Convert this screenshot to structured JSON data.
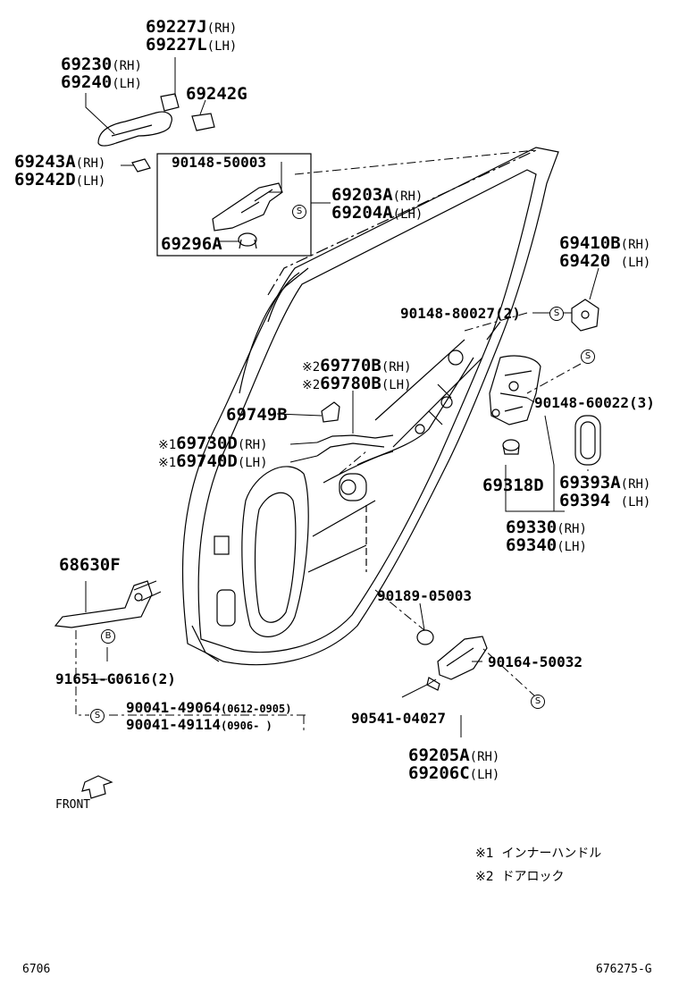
{
  "labels": {
    "p69227j": {
      "code": "69227J",
      "suffix": "(RH)"
    },
    "p69227l": {
      "code": "69227L",
      "suffix": "(LH)"
    },
    "p69230": {
      "code": "69230",
      "suffix": "(RH)"
    },
    "p69240": {
      "code": "69240",
      "suffix": "(LH)"
    },
    "p69242g": {
      "code": "69242G",
      "suffix": ""
    },
    "p69243a": {
      "code": "69243A",
      "suffix": "(RH)"
    },
    "p69242d": {
      "code": "69242D",
      "suffix": "(LH)"
    },
    "p90148_50003": {
      "code": "90148-50003",
      "suffix": ""
    },
    "p69203a": {
      "code": "69203A",
      "suffix": "(RH)"
    },
    "p69204a": {
      "code": "69204A",
      "suffix": "(LH)"
    },
    "p69296a": {
      "code": "69296A",
      "suffix": ""
    },
    "p69410b": {
      "code": "69410B",
      "suffix": "(RH)"
    },
    "p69420": {
      "code": "69420 ",
      "suffix": "(LH)"
    },
    "p90148_80027": {
      "code": "90148-80027(2)",
      "suffix": ""
    },
    "p69770b": {
      "code": "69770B",
      "suffix": "(RH)"
    },
    "p69780b": {
      "code": "69780B",
      "suffix": "(LH)"
    },
    "p90148_60022": {
      "code": "90148-60022(3)",
      "suffix": ""
    },
    "p69749b": {
      "code": "69749B",
      "suffix": ""
    },
    "p69730d": {
      "code": "69730D",
      "suffix": "(RH)"
    },
    "p69740d": {
      "code": "69740D",
      "suffix": "(LH)"
    },
    "p69318d": {
      "code": "69318D",
      "suffix": ""
    },
    "p69393a": {
      "code": "69393A",
      "suffix": "(RH)"
    },
    "p69394": {
      "code": "69394 ",
      "suffix": "(LH)"
    },
    "p69330": {
      "code": "69330",
      "suffix": "(RH)"
    },
    "p69340": {
      "code": "69340",
      "suffix": "(LH)"
    },
    "p68630f": {
      "code": "68630F",
      "suffix": ""
    },
    "p90189_05003": {
      "code": "90189-05003",
      "suffix": ""
    },
    "p90164_50032": {
      "code": "90164-50032",
      "suffix": ""
    },
    "p91651": {
      "code": "91651-G0616(2)",
      "suffix": ""
    },
    "p90041_49064": {
      "code": "90041-49064",
      "suffix": "(0612-0905)"
    },
    "p90041_49114": {
      "code": "90041-49114",
      "suffix": "(0906-      )"
    },
    "p90541_04027": {
      "code": "90541-04027",
      "suffix": ""
    },
    "p69205a": {
      "code": "69205A",
      "suffix": "(RH)"
    },
    "p69206c": {
      "code": "69206C",
      "suffix": "(LH)"
    }
  },
  "marks": {
    "star1": "※1",
    "star2": "※2"
  },
  "circle_letters": {
    "s": "S",
    "b": "B"
  },
  "front_label": "FRONT",
  "notes": {
    "n1_mark": "※1",
    "n1_text": "インナーハンドル",
    "n2_mark": "※2",
    "n2_text": "ドアロック"
  },
  "footer": {
    "left": "6706",
    "right": "676275-G"
  }
}
